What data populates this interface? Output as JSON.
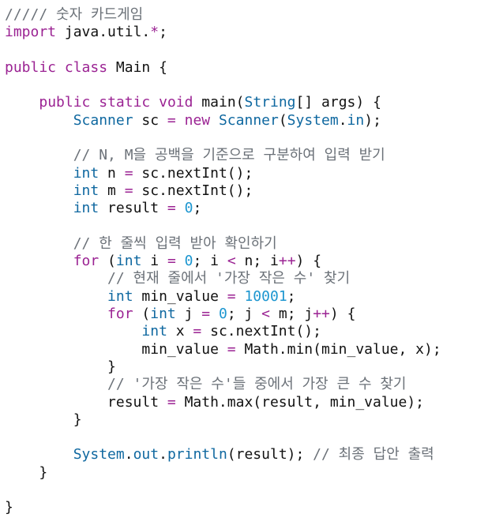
{
  "editor": {
    "language": "java",
    "colors": {
      "keyword": "#9b2393",
      "type": "#0f68a0",
      "number": "#1c96d0",
      "comment": "#6b7178",
      "plain": "#111111",
      "background": "#ffffff"
    },
    "lines": [
      [
        [
          "comment",
          "///// 숫자 카드게임"
        ]
      ],
      [
        [
          "keyword",
          "import"
        ],
        [
          "plain",
          " java.util."
        ],
        [
          "keyword",
          "*"
        ],
        [
          "plain",
          ";"
        ]
      ],
      [],
      [
        [
          "keyword",
          "public"
        ],
        [
          "plain",
          " "
        ],
        [
          "keyword",
          "class"
        ],
        [
          "plain",
          " Main {"
        ]
      ],
      [],
      [
        [
          "plain",
          "    "
        ],
        [
          "keyword",
          "public"
        ],
        [
          "plain",
          " "
        ],
        [
          "keyword",
          "static"
        ],
        [
          "plain",
          " "
        ],
        [
          "keyword",
          "void"
        ],
        [
          "plain",
          " main("
        ],
        [
          "type",
          "String"
        ],
        [
          "plain",
          "[] args) {"
        ]
      ],
      [
        [
          "plain",
          "        "
        ],
        [
          "type",
          "Scanner"
        ],
        [
          "plain",
          " sc "
        ],
        [
          "keyword",
          "="
        ],
        [
          "plain",
          " "
        ],
        [
          "keyword",
          "new"
        ],
        [
          "plain",
          " "
        ],
        [
          "type",
          "Scanner"
        ],
        [
          "plain",
          "("
        ],
        [
          "type",
          "System"
        ],
        [
          "plain",
          "."
        ],
        [
          "type",
          "in"
        ],
        [
          "plain",
          ");"
        ]
      ],
      [],
      [
        [
          "plain",
          "        "
        ],
        [
          "comment",
          "// N, M을 공백을 기준으로 구분하여 입력 받기"
        ]
      ],
      [
        [
          "plain",
          "        "
        ],
        [
          "type",
          "int"
        ],
        [
          "plain",
          " n "
        ],
        [
          "keyword",
          "="
        ],
        [
          "plain",
          " sc.nextInt();"
        ]
      ],
      [
        [
          "plain",
          "        "
        ],
        [
          "type",
          "int"
        ],
        [
          "plain",
          " m "
        ],
        [
          "keyword",
          "="
        ],
        [
          "plain",
          " sc.nextInt();"
        ]
      ],
      [
        [
          "plain",
          "        "
        ],
        [
          "type",
          "int"
        ],
        [
          "plain",
          " result "
        ],
        [
          "keyword",
          "="
        ],
        [
          "plain",
          " "
        ],
        [
          "number",
          "0"
        ],
        [
          "plain",
          ";"
        ]
      ],
      [],
      [
        [
          "plain",
          "        "
        ],
        [
          "comment",
          "// 한 줄씩 입력 받아 확인하기"
        ]
      ],
      [
        [
          "plain",
          "        "
        ],
        [
          "keyword",
          "for"
        ],
        [
          "plain",
          " ("
        ],
        [
          "type",
          "int"
        ],
        [
          "plain",
          " i "
        ],
        [
          "keyword",
          "="
        ],
        [
          "plain",
          " "
        ],
        [
          "number",
          "0"
        ],
        [
          "plain",
          "; i "
        ],
        [
          "keyword",
          "<"
        ],
        [
          "plain",
          " n; i"
        ],
        [
          "keyword",
          "++"
        ],
        [
          "plain",
          ") {"
        ]
      ],
      [
        [
          "plain",
          "            "
        ],
        [
          "comment",
          "// 현재 줄에서 '가장 작은 수' 찾기"
        ]
      ],
      [
        [
          "plain",
          "            "
        ],
        [
          "type",
          "int"
        ],
        [
          "plain",
          " min_value "
        ],
        [
          "keyword",
          "="
        ],
        [
          "plain",
          " "
        ],
        [
          "number",
          "10001"
        ],
        [
          "plain",
          ";"
        ]
      ],
      [
        [
          "plain",
          "            "
        ],
        [
          "keyword",
          "for"
        ],
        [
          "plain",
          " ("
        ],
        [
          "type",
          "int"
        ],
        [
          "plain",
          " j "
        ],
        [
          "keyword",
          "="
        ],
        [
          "plain",
          " "
        ],
        [
          "number",
          "0"
        ],
        [
          "plain",
          "; j "
        ],
        [
          "keyword",
          "<"
        ],
        [
          "plain",
          " m; j"
        ],
        [
          "keyword",
          "++"
        ],
        [
          "plain",
          ") {"
        ]
      ],
      [
        [
          "plain",
          "                "
        ],
        [
          "type",
          "int"
        ],
        [
          "plain",
          " x "
        ],
        [
          "keyword",
          "="
        ],
        [
          "plain",
          " sc.nextInt();"
        ]
      ],
      [
        [
          "plain",
          "                min_value "
        ],
        [
          "keyword",
          "="
        ],
        [
          "plain",
          " Math.min(min_value, x);"
        ]
      ],
      [
        [
          "plain",
          "            }"
        ]
      ],
      [
        [
          "plain",
          "            "
        ],
        [
          "comment",
          "// '가장 작은 수'들 중에서 가장 큰 수 찾기"
        ]
      ],
      [
        [
          "plain",
          "            result "
        ],
        [
          "keyword",
          "="
        ],
        [
          "plain",
          " Math.max(result, min_value);"
        ]
      ],
      [
        [
          "plain",
          "        }"
        ]
      ],
      [],
      [
        [
          "plain",
          "        "
        ],
        [
          "type",
          "System"
        ],
        [
          "plain",
          "."
        ],
        [
          "type",
          "out"
        ],
        [
          "plain",
          "."
        ],
        [
          "type",
          "println"
        ],
        [
          "plain",
          "(result); "
        ],
        [
          "comment",
          "// 최종 답안 출력"
        ]
      ],
      [
        [
          "plain",
          "    }"
        ]
      ],
      [],
      [
        [
          "plain",
          "}"
        ]
      ]
    ]
  }
}
